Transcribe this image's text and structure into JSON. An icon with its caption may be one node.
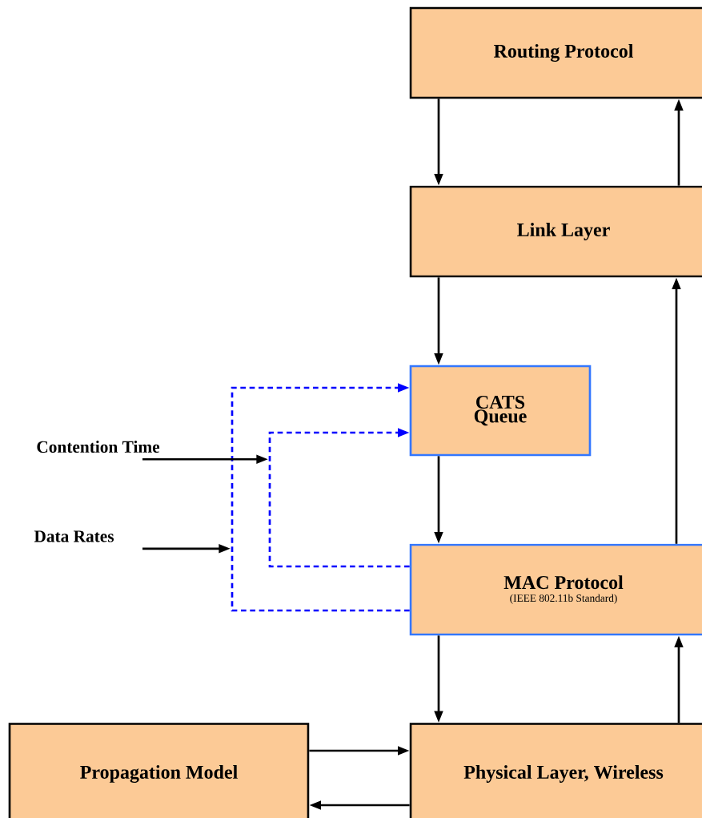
{
  "diagram": {
    "nodes": [
      {
        "text": [
          "Routing Protocol"
        ]
      },
      {
        "text": [
          "Link Layer"
        ]
      },
      {
        "text": [
          "CATS Queue"
        ]
      },
      {
        "text": [
          "MAC Protocol",
          "(IEEE 802.11b Standard)"
        ]
      },
      {
        "text": [
          "Propagation Model"
        ]
      },
      {
        "text": [
          "Physical Layer, Wireless"
        ]
      },
      {
        "text": [
          "Contention Time"
        ]
      },
      {
        "text": [
          "Data Rates"
        ]
      }
    ],
    "edges": [
      {
        "from": 0,
        "to": 1,
        "arrow": "to"
      },
      {
        "from": 1,
        "to": 0,
        "arrow": "to"
      },
      {
        "from": 1,
        "to": 2,
        "arrow": "to"
      },
      {
        "from": 3,
        "to": 1,
        "arrow": "to"
      },
      {
        "from": 2,
        "to": 3,
        "arrow": "to"
      },
      {
        "from": 3,
        "to": 2,
        "arrow": "to",
        "style": "dashed",
        "color": "#0000ff"
      },
      {
        "from": 3,
        "to": 2,
        "arrow": "to",
        "style": "dashed",
        "color": "#0000ff"
      },
      {
        "from": 6,
        "to": null,
        "arrow": "to"
      },
      {
        "from": 7,
        "to": null,
        "arrow": "to"
      },
      {
        "from": 3,
        "to": 5,
        "arrow": "to"
      },
      {
        "from": 5,
        "to": 3,
        "arrow": "to"
      },
      {
        "from": 4,
        "to": 5,
        "arrow": "to"
      },
      {
        "from": 5,
        "to": 4,
        "arrow": "to"
      }
    ]
  }
}
